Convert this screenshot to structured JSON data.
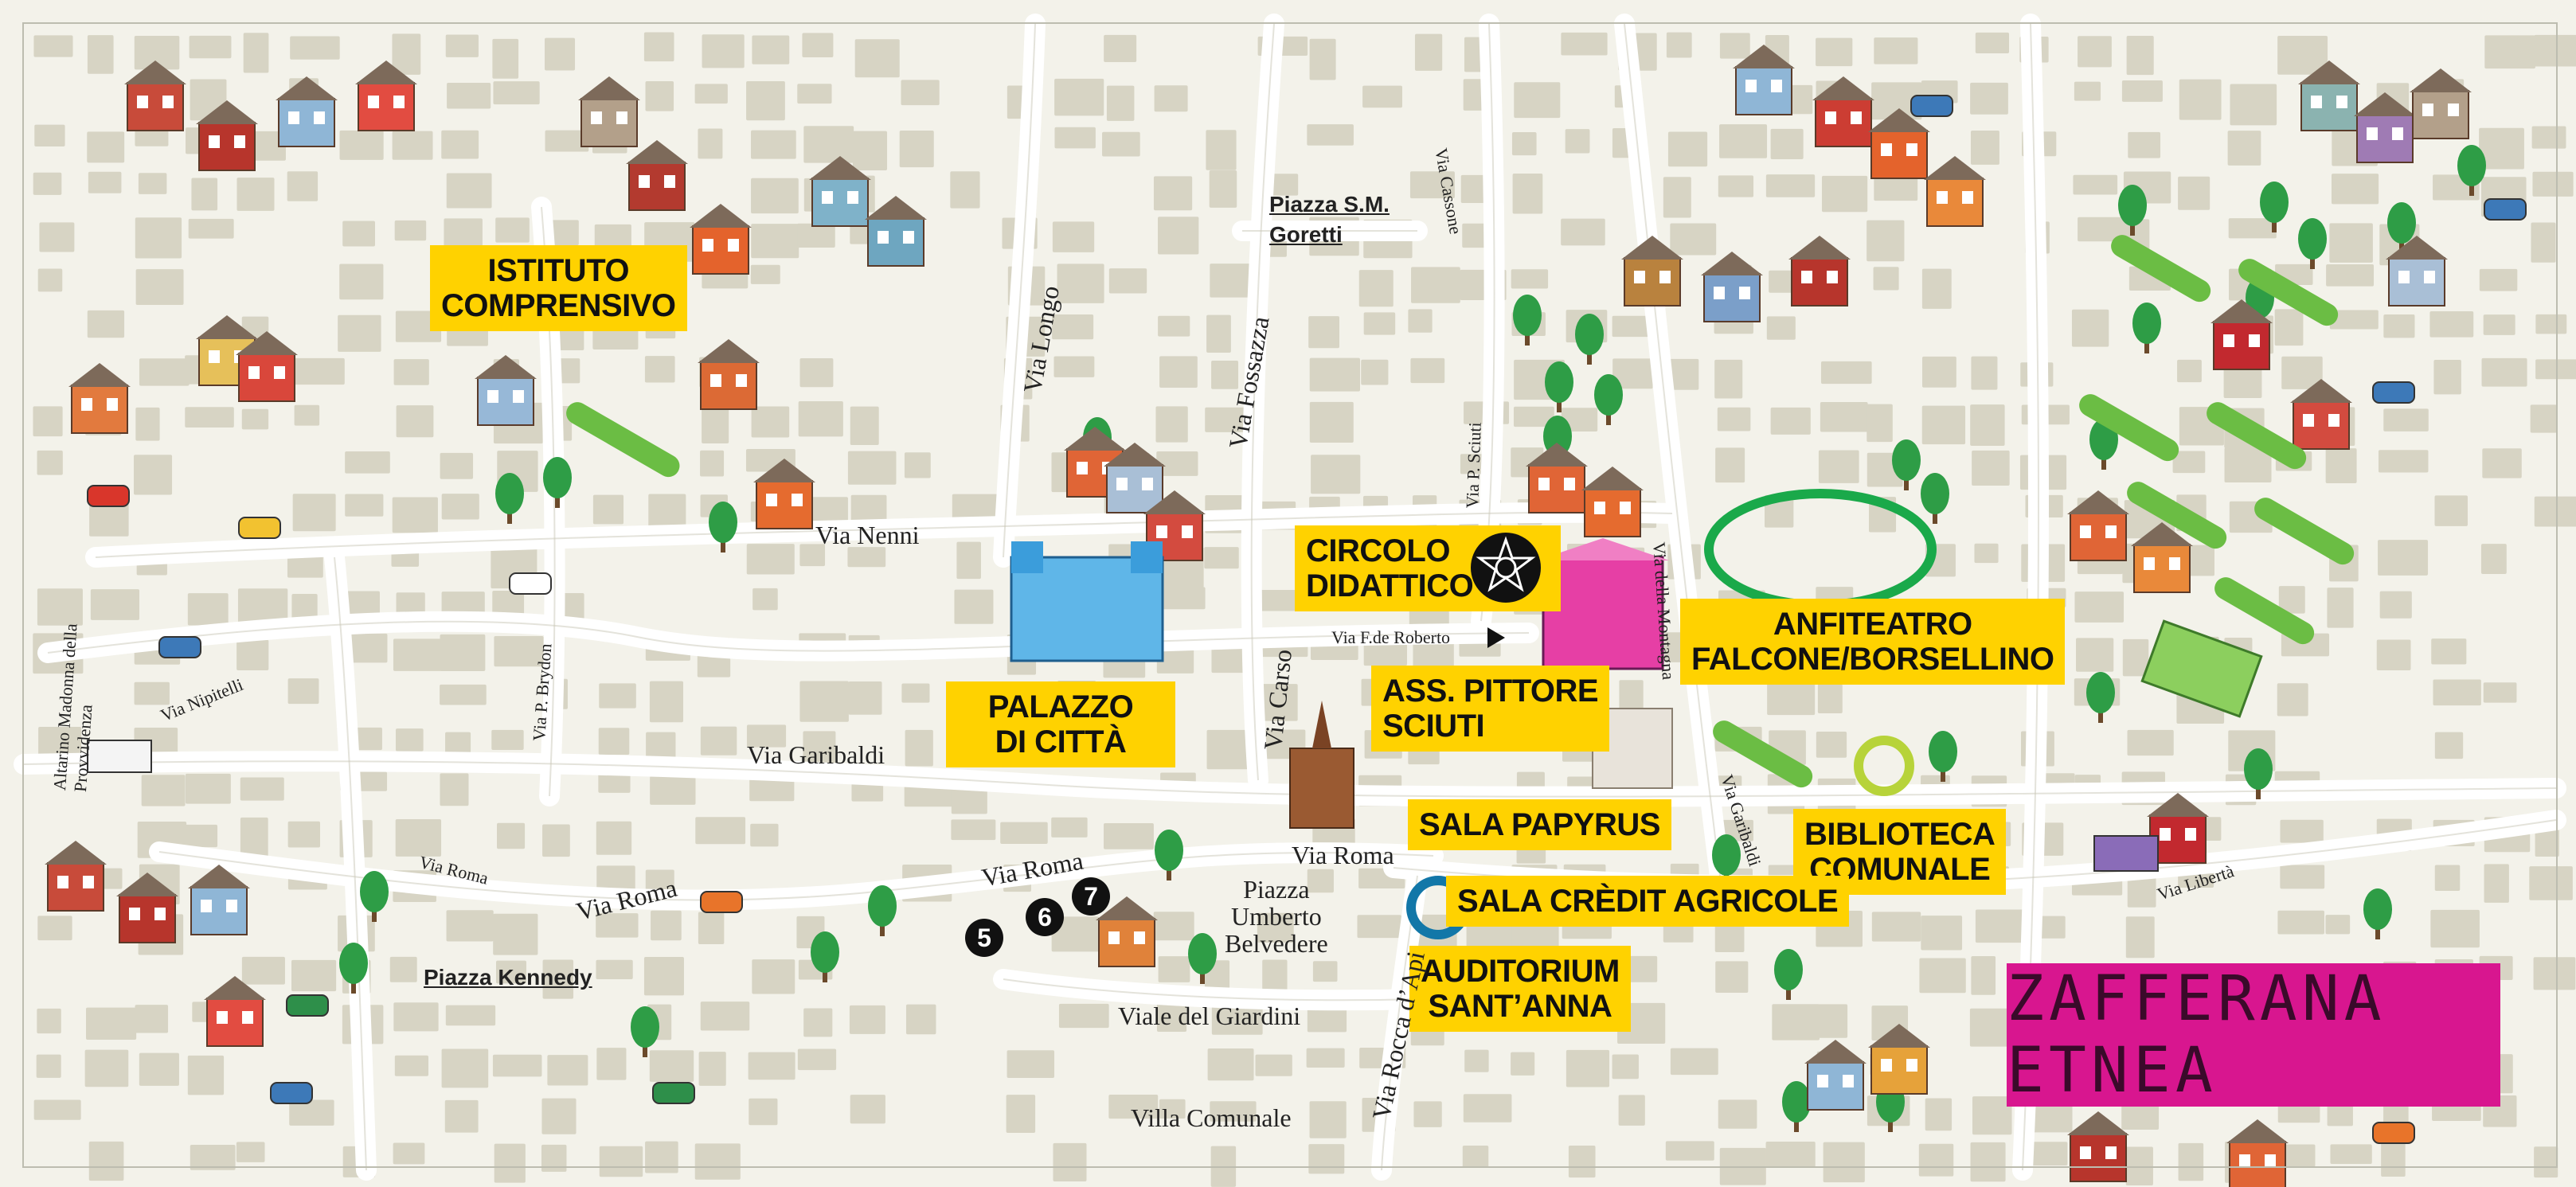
{
  "title": "ZAFFERANA ETNEA",
  "colors": {
    "label_bg": "#ffd200",
    "title_bg": "#d8168f",
    "road": "#ffffff",
    "block": "#d7d4c4",
    "park_green": "#1aa94a",
    "lime_ring": "#b7d33a"
  },
  "landmarks": {
    "istituto": [
      "ISTITUTO",
      "COMPRENSIVO"
    ],
    "palazzo": [
      "PALAZZO",
      "DI CITTÀ"
    ],
    "circolo": [
      "CIRCOLO",
      "DIDATTICO"
    ],
    "anfiteatro": [
      "ANFITEATRO",
      "FALCONE/BORSELLINO"
    ],
    "pittore": [
      "ASS. PITTORE",
      "SCIUTI"
    ],
    "papyrus": "SALA PAPYRUS",
    "biblioteca": [
      "BIBLIOTECA",
      "COMUNALE"
    ],
    "credit": "SALA CRÈDIT AGRICOLE",
    "auditorium": [
      "AUDITORIUM",
      "SANT’ANNA"
    ]
  },
  "streets": {
    "via_nenni": "Via Nenni",
    "via_garibaldi": "Via Garibaldi",
    "via_garibaldi_2": "Via Garibaldi",
    "via_roma_1": "Via Roma",
    "via_roma_2": "Via Roma",
    "via_roma_3": "Via Roma",
    "via_roma_4": "Via Roma",
    "via_longo": "Via Longo",
    "via_fossazza": "Via Fossazza",
    "via_carso": "Via Carso",
    "via_cassone": "Via Cassone",
    "via_p_sciuti": "Via P. Sciuti",
    "via_della_montagna": "Via della Montagna",
    "via_fde_roberto": "Via F.de Roberto",
    "via_nipitelli": "Via Nipitelli",
    "via_p_brydon": "Via P. Brydon",
    "altarino": "Altarino Madonna della Provvidenza",
    "via_liberta": "Via Libertà",
    "viale_giardini": "Viale del Giardini",
    "villa_comunale": "Villa Comunale",
    "via_rocca": "Via Rocca d’Api",
    "piazza_umberto": [
      "Piazza",
      "Umberto",
      "Belvedere"
    ],
    "piazza_sm_line1": "Piazza S.M.",
    "piazza_sm_line2": "Goretti",
    "piazza_kennedy": "Piazza Kennedy"
  },
  "numbers": [
    "5",
    "6",
    "7"
  ],
  "icons": {
    "circolo_logo": "star-seal-icon",
    "arrow": "arrow-right-icon"
  }
}
